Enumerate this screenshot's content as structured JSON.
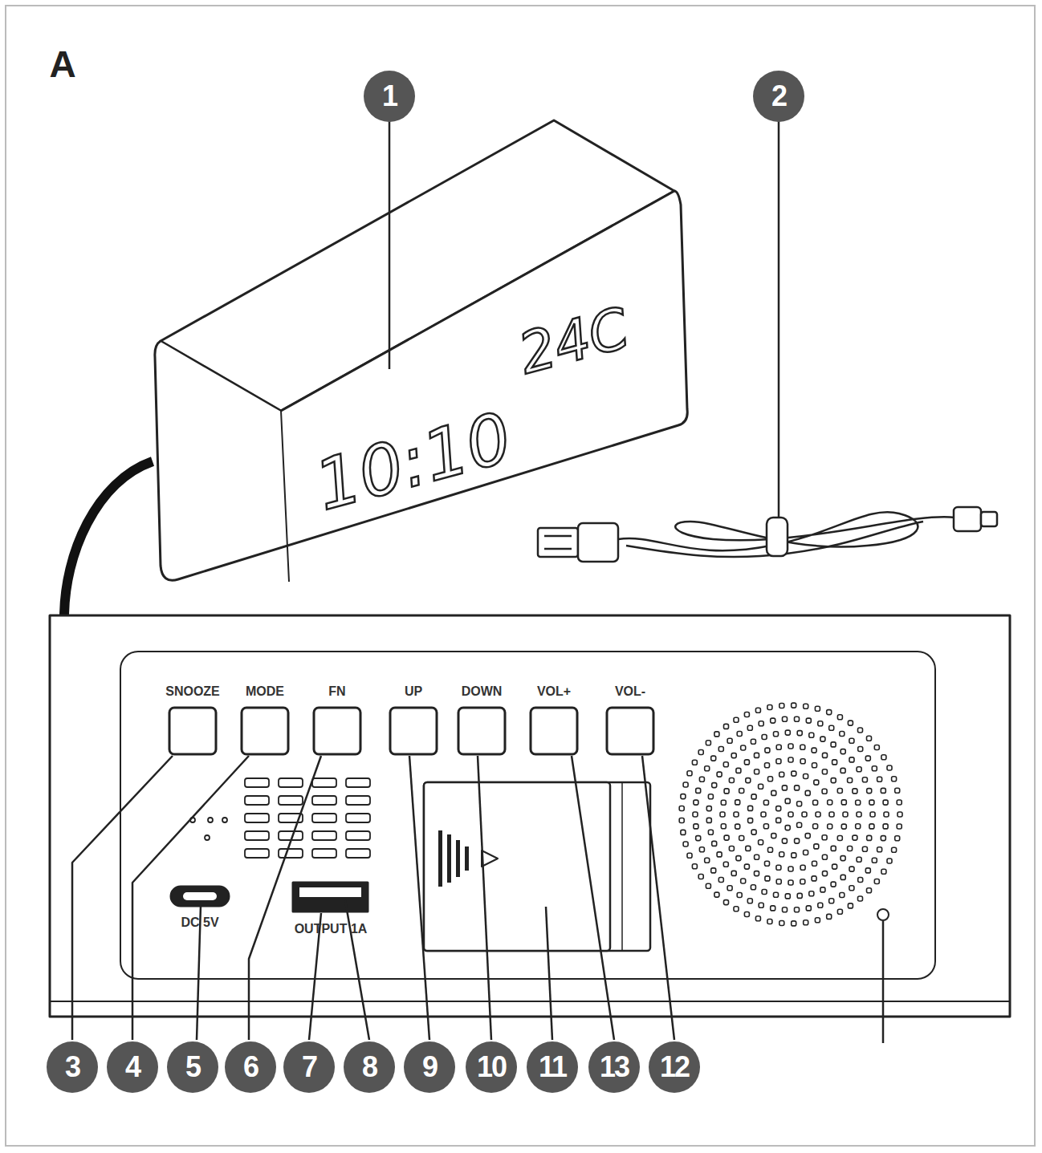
{
  "diagram": {
    "labels": [
      "A",
      "1",
      "2",
      "10:10",
      "24C",
      "SNOOZE",
      "MODE",
      "FN",
      "UP",
      "DOWN",
      "VOL+",
      "VOL-",
      "DC 5V",
      "OUTPUT 1A",
      "3",
      "4",
      "5",
      "6",
      "7",
      "8",
      "9",
      "10",
      "11",
      "13",
      "12"
    ]
  }
}
